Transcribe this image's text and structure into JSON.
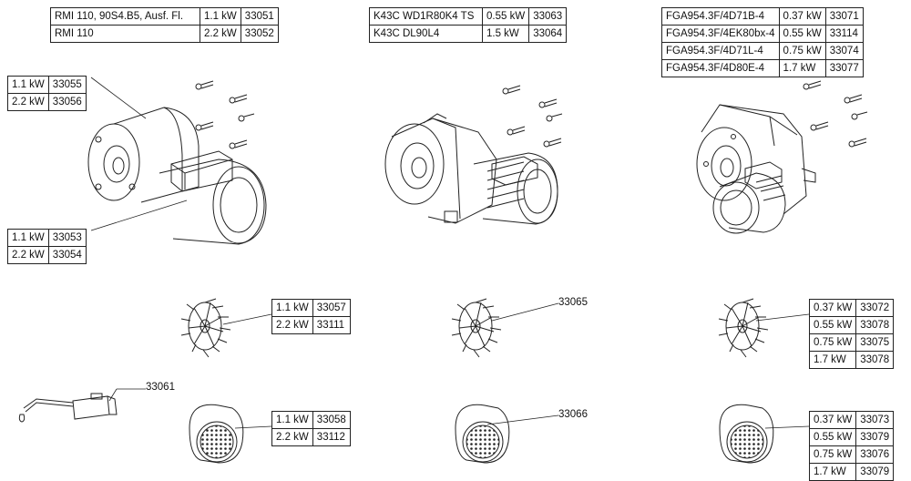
{
  "header_tables": {
    "rmi": [
      [
        "RMI 110, 90S4.B5, Ausf. Fl.",
        "1.1 kW",
        "33051"
      ],
      [
        "RMI 110",
        "2.2 kW",
        "33052"
      ]
    ],
    "k43": [
      [
        "K43C WD1R80K4 TS",
        "0.55 kW",
        "33063"
      ],
      [
        "K43C DL90L4",
        "1.5 kW",
        "33064"
      ]
    ],
    "fga": [
      [
        "FGA954.3F/4D71B-4",
        "0.37 kW",
        "33071"
      ],
      [
        "FGA954.3F/4EK80bx-4",
        "0.55 kW",
        "33114"
      ],
      [
        "FGA954.3F/4D71L-4",
        "0.75 kW",
        "33074"
      ],
      [
        "FGA954.3F/4D80E-4",
        "1.7 kW",
        "33077"
      ]
    ]
  },
  "part_tables": {
    "flange": [
      [
        "1.1 kW",
        "33055"
      ],
      [
        "2.2 kW",
        "33056"
      ]
    ],
    "motor": [
      [
        "1.1 kW",
        "33053"
      ],
      [
        "2.2 kW",
        "33054"
      ]
    ],
    "fan_left": [
      [
        "1.1 kW",
        "33057"
      ],
      [
        "2.2 kW",
        "33111"
      ]
    ],
    "cover_left": [
      [
        "1.1 kW",
        "33058"
      ],
      [
        "2.2 kW",
        "33112"
      ]
    ],
    "fan_right": [
      [
        "0.37 kW",
        "33072"
      ],
      [
        "0.55 kW",
        "33078"
      ],
      [
        "0.75 kW",
        "33075"
      ],
      [
        "1.7 kW",
        "33078"
      ]
    ],
    "cover_right": [
      [
        "0.37 kW",
        "33073"
      ],
      [
        "0.55 kW",
        "33079"
      ],
      [
        "0.75 kW",
        "33076"
      ],
      [
        "1.7 kW",
        "33079"
      ]
    ]
  },
  "callouts": {
    "oil_can": "33061",
    "fan_middle": "33065",
    "cover_middle": "33066"
  }
}
